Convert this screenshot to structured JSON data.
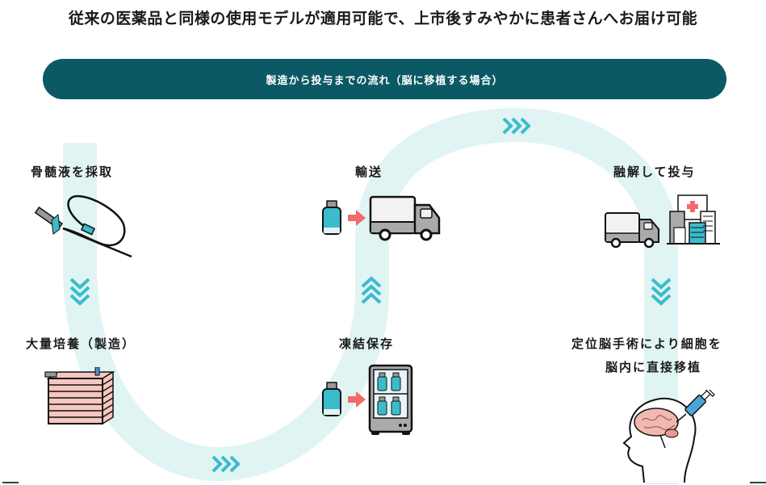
{
  "headline": "従来の医薬品と同様の使用モデルが適用可能で、上市後すみやかに患者さんへお届け可能",
  "banner": {
    "title": "製造から投与までの流れ（脳に移植する場合）"
  },
  "colors": {
    "banner": "#0b5965",
    "path": "#e0f4f4",
    "chevron": "#3bbccc",
    "arrow": "#f26a6a",
    "vial": "#3bbccc",
    "tank": "#f6c6c0"
  },
  "steps": [
    {
      "id": "harvest",
      "label": "骨髄液を採取",
      "icon": "bone-marrow-needle-icon"
    },
    {
      "id": "culture",
      "label": "大量培養（製造）",
      "icon": "culture-tank-icon"
    },
    {
      "id": "freeze",
      "label": "凍結保存",
      "icon": "freezer-icon"
    },
    {
      "id": "transport",
      "label": "輸送",
      "icon": "truck-icon"
    },
    {
      "id": "thaw",
      "label": "融解して投与",
      "icon": "hospital-icon"
    },
    {
      "id": "transplant",
      "label_line1": "定位脳手術により細胞を",
      "label_line2": "脳内に直接移植",
      "icon": "brain-syringe-icon"
    }
  ],
  "flow_arrows": [
    "down",
    "right",
    "up",
    "right",
    "down"
  ]
}
